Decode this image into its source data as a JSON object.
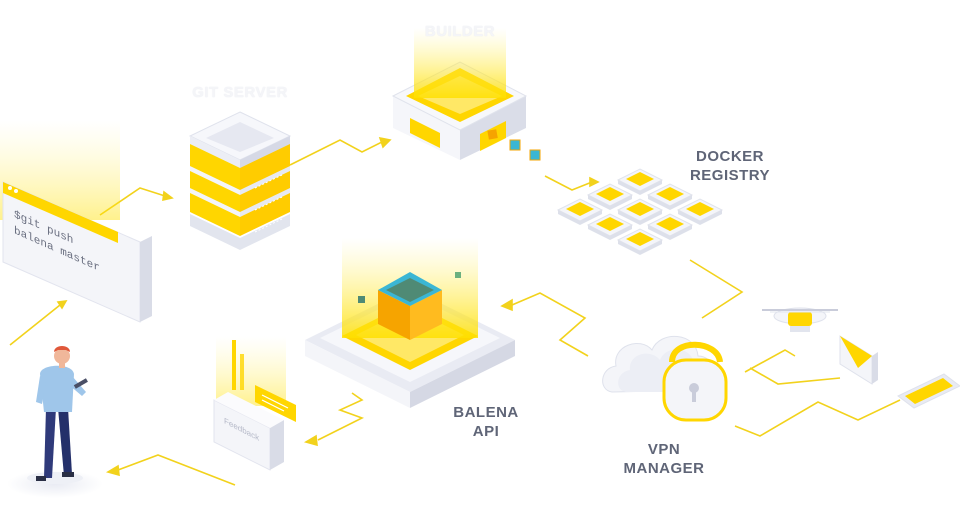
{
  "labels": {
    "builder": "BUILDER",
    "git_server": "GIT SERVER",
    "docker_registry_line1": "DOCKER",
    "docker_registry_line2": "REGISTRY",
    "balena_api_line1": "BALENA",
    "balena_api_line2": "API",
    "vpn_manager_line1": "VPN",
    "vpn_manager_line2": "MANAGER"
  },
  "terminal": {
    "line1": "$git push",
    "line2": "balena master"
  },
  "feedback_card": {
    "label": "Feedback"
  },
  "colors": {
    "accent_yellow": "#ffd600",
    "accent_yellow_light": "#ffe866",
    "flow_line": "#f2d21c",
    "node_white": "#f4f5f9",
    "node_shadow": "#d6d9e6",
    "cube_top": "#3bb6d4",
    "cube_face": "#4f8a75",
    "cube_side": "#f6a400",
    "label_gray": "#5f6577"
  }
}
